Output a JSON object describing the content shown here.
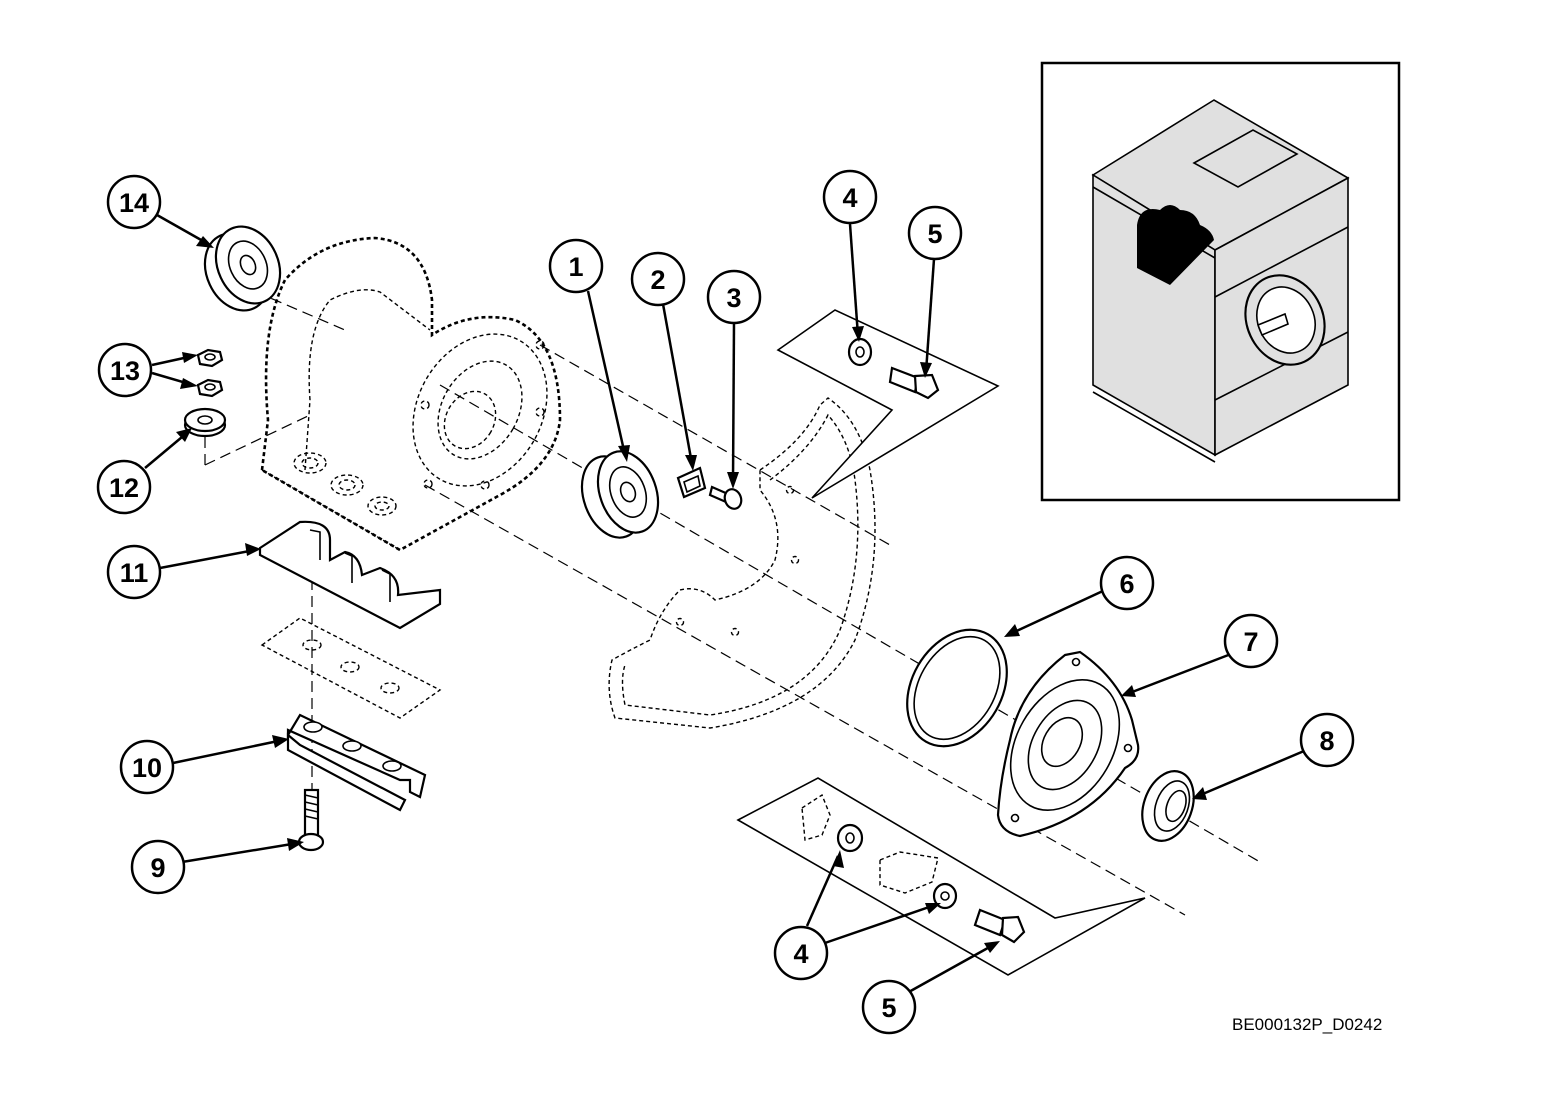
{
  "drawing": {
    "code": "BE000132P_D0242",
    "callouts": [
      {
        "id": "c14",
        "label": "14"
      },
      {
        "id": "c13",
        "label": "13"
      },
      {
        "id": "c12",
        "label": "12"
      },
      {
        "id": "c11",
        "label": "11"
      },
      {
        "id": "c10",
        "label": "10"
      },
      {
        "id": "c9",
        "label": "9"
      },
      {
        "id": "c1",
        "label": "1"
      },
      {
        "id": "c2",
        "label": "2"
      },
      {
        "id": "c3",
        "label": "3"
      },
      {
        "id": "c4a",
        "label": "4"
      },
      {
        "id": "c5a",
        "label": "5"
      },
      {
        "id": "c6",
        "label": "6"
      },
      {
        "id": "c7",
        "label": "7"
      },
      {
        "id": "c8",
        "label": "8"
      },
      {
        "id": "c4b",
        "label": "4"
      },
      {
        "id": "c5b",
        "label": "5"
      }
    ]
  }
}
